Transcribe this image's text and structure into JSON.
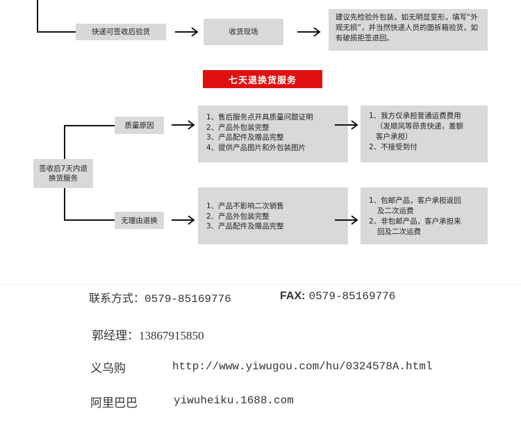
{
  "top_flow": {
    "step1": "快递可签收后验货",
    "step2": "收货现场",
    "step3": "建议先检验外包装，如无明显变形，填写“外观无损”，并当然快递人员的面拆箱验货，如有破损拒签退回。"
  },
  "banner": "七天退换货服务",
  "left_box": "签收后7天内退换货服务",
  "quality": {
    "label": "质量原因",
    "conditions": [
      "1、售后服务点开具质量问题证明",
      "2、产品外包装完整",
      "3、产品配件及赠品完整",
      "4、提供产品图片和外包装图片"
    ],
    "results": [
      "1、我方仅承担普通运费费用",
      "（发顺风等昂贵快递，差额",
      "客户承担）",
      "2、不接受到付"
    ]
  },
  "no_reason": {
    "label": "无理由退换",
    "conditions": [
      "1、产品不影响二次销售",
      "2、产品外包装完整",
      "3、产品配件及赠品完整"
    ],
    "results": [
      "1、包邮产品，客户承担返回",
      "及二次运费",
      "2、非包邮产品，客户承担来",
      "回及二次运费"
    ]
  },
  "contact": {
    "phone_label": "联系方式：",
    "phone": "0579-85169776",
    "fax_label": "FAX:",
    "fax": "0579-85169776",
    "manager_label": "郭经理：",
    "manager_phone": "13867915850",
    "yiwugou_label": "义乌购",
    "yiwugou_url": "http://www.yiwugou.com/hu/0324578A.html",
    "alibaba_label": "阿里巴巴",
    "alibaba_url": "yiwuheiku.1688.com"
  }
}
